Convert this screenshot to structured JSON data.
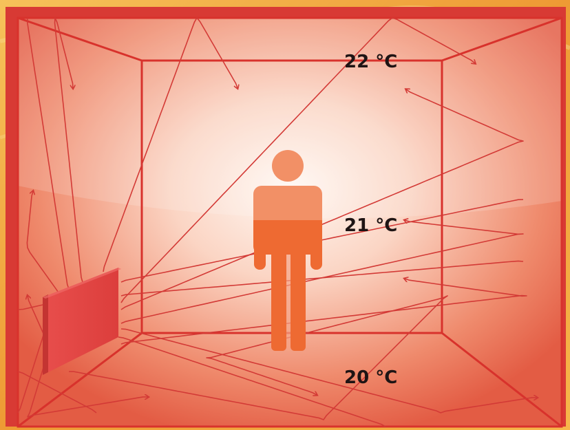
{
  "colors": {
    "background": "#f2a238",
    "frame": "#d83a34",
    "room_edge": "#d8322c",
    "room_glow_center": "#fff6f0",
    "room_glow_edge": "#e2583f",
    "heater": "#e44a48",
    "heater_side": "#c43432",
    "person_upper": "#f29066",
    "person_lower": "#ee6a32",
    "wave": "#d33a36",
    "label_text": "#1e1414"
  },
  "icons": {
    "person": "person-icon",
    "heater": "radiator-icon",
    "wave_arrow": "wavy-arrow-icon"
  },
  "labels": {
    "ceiling_temp": "22 °C",
    "middle_temp": "21 °C",
    "floor_temp": "20 °C"
  }
}
